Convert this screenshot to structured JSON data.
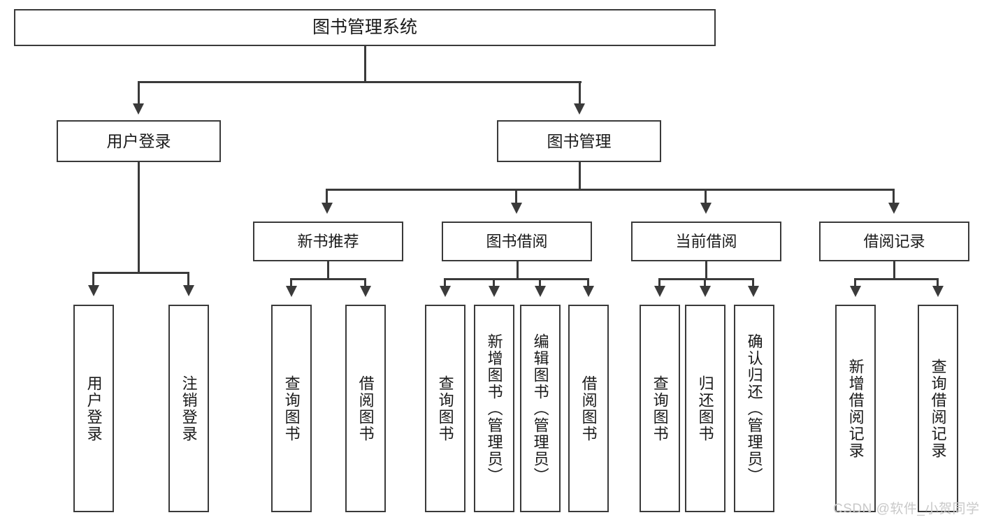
{
  "diagram": {
    "type": "tree",
    "title_text": "图书管理系统",
    "watermark": "CSDN @软件_小贺同学",
    "colors": {
      "stroke": "#3a3a3a",
      "fill": "#ffffff",
      "text": "#1a1a1a",
      "watermark": "#c9c9c9"
    },
    "root": {
      "label": "图书管理系统"
    },
    "level2": [
      {
        "label": "用户登录"
      },
      {
        "label": "图书管理"
      }
    ],
    "level3": [
      {
        "label": "新书推荐"
      },
      {
        "label": "图书借阅"
      },
      {
        "label": "当前借阅"
      },
      {
        "label": "借阅记录"
      }
    ],
    "leaves": {
      "user_login": [
        {
          "label": "用户登录"
        },
        {
          "label": "注销登录"
        }
      ],
      "new_book_recommend": [
        {
          "label": "查询图书"
        },
        {
          "label": "借阅图书"
        }
      ],
      "book_borrow": [
        {
          "label": "查询图书"
        },
        {
          "label": "新增图书（管理员）"
        },
        {
          "label": "编辑图书（管理员）"
        },
        {
          "label": "借阅图书"
        }
      ],
      "current_borrow": [
        {
          "label": "查询图书"
        },
        {
          "label": "归还图书"
        },
        {
          "label": "确认归还（管理员）"
        }
      ],
      "borrow_record": [
        {
          "label": "新增借阅记录"
        },
        {
          "label": "查询借阅记录"
        }
      ]
    }
  }
}
